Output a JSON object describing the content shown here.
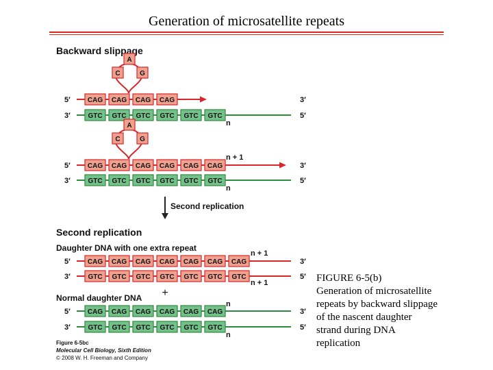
{
  "title": "Generation of microsatellite repeats",
  "panel1": {
    "heading": "Backward slippage",
    "loop1": [
      "A",
      "C",
      "G"
    ],
    "loop2": [
      "A",
      "C",
      "G"
    ],
    "stage1_top": [
      "CAG",
      "CAG",
      "CAG",
      "CAG"
    ],
    "stage1_bottom": [
      "GTC",
      "GTC",
      "GTC",
      "GTC",
      "GTC",
      "GTC"
    ],
    "stage2_top": [
      "CAG",
      "CAG",
      "CAG",
      "CAG",
      "CAG",
      "CAG"
    ],
    "stage2_bottom": [
      "GTC",
      "GTC",
      "GTC",
      "GTC",
      "GTC",
      "GTC"
    ],
    "label_n": "n",
    "label_n_plus_1": "n + 1"
  },
  "arrow_label": "Second replication",
  "panel2": {
    "heading": "Second replication",
    "extra_label": "Daughter DNA with one extra repeat",
    "extra_top": [
      "CAG",
      "CAG",
      "CAG",
      "CAG",
      "CAG",
      "CAG",
      "CAG"
    ],
    "extra_bottom": [
      "GTC",
      "GTC",
      "GTC",
      "GTC",
      "GTC",
      "GTC",
      "GTC"
    ],
    "plus": "+",
    "normal_label": "Normal daughter DNA",
    "normal_top": [
      "CAG",
      "CAG",
      "CAG",
      "CAG",
      "CAG",
      "CAG"
    ],
    "normal_bottom": [
      "GTC",
      "GTC",
      "GTC",
      "GTC",
      "GTC",
      "GTC"
    ],
    "label_n": "n",
    "label_n_plus_1": "n + 1"
  },
  "ends": {
    "five": "5′",
    "three": "3′"
  },
  "credit": {
    "figure": "Figure 6-5bc",
    "book": "Molecular Cell Biology, Sixth Edition",
    "copyright": "© 2008 W. H. Freeman and Company"
  },
  "caption": {
    "lines": [
      "FIGURE 6-5(b)",
      "Generation of  microsatellite",
      "repeats by backward slippage",
      "of the nascent daughter",
      "strand during DNA",
      "replication"
    ]
  },
  "colors": {
    "red_strand": "#d9262a",
    "green_strand": "#2e8a3c",
    "red_box_fill": "#f0a08e",
    "green_box_fill": "#74c08a",
    "title_rule": "#e0241b"
  }
}
